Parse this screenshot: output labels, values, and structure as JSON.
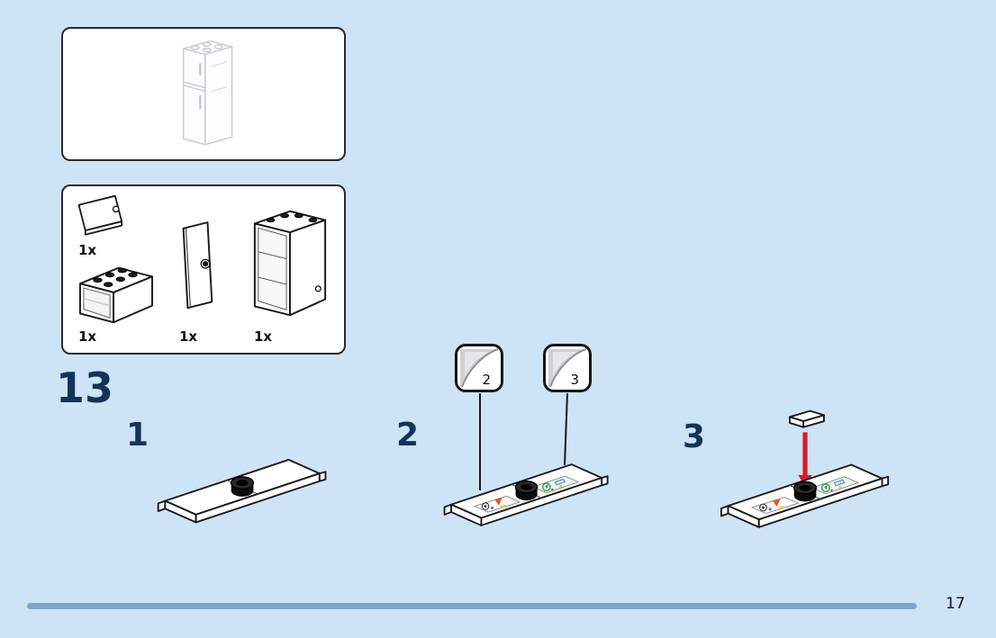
{
  "page": {
    "number": "17"
  },
  "step": {
    "number": "13"
  },
  "parts": {
    "items": [
      {
        "count": "1x",
        "name": "white-panel"
      },
      {
        "count": "1x",
        "name": "white-container-box"
      },
      {
        "count": "1x",
        "name": "white-door"
      },
      {
        "count": "1x",
        "name": "white-cupboard-frame"
      }
    ]
  },
  "substeps": [
    {
      "label": "1"
    },
    {
      "label": "2"
    },
    {
      "label": "3"
    }
  ],
  "stickers": [
    {
      "label": "2"
    },
    {
      "label": "3"
    }
  ],
  "icons": {
    "sticker_peel": "sticker-peel-icon",
    "red_arrow": "red-arrow-down-icon"
  },
  "colors": {
    "background": "#cde3f6",
    "footer_bar": "#7aa6ce",
    "step_text": "#14335b",
    "arrow_red": "#d21f26"
  }
}
